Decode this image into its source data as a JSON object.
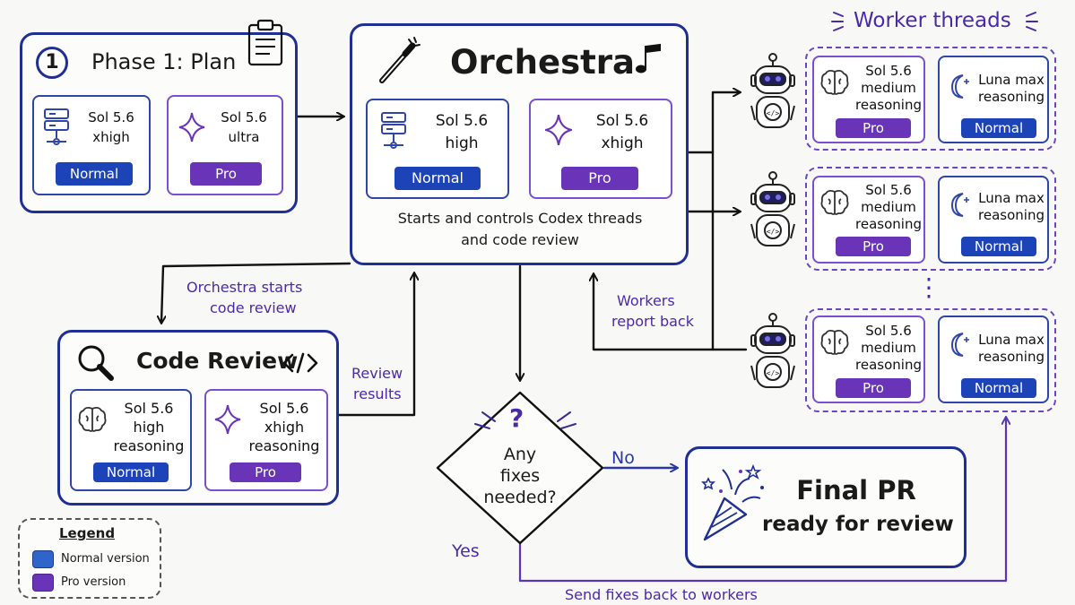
{
  "plan": {
    "step_number": "1",
    "title": "Phase 1: Plan",
    "card_normal": {
      "line1": "Sol 5.6",
      "line2": "xhigh",
      "badge": "Normal"
    },
    "card_pro": {
      "line1": "Sol 5.6",
      "line2": "ultra",
      "badge": "Pro"
    }
  },
  "orchestra": {
    "title": "Orchestra",
    "card_normal": {
      "line1": "Sol 5.6",
      "line2": "high",
      "badge": "Normal"
    },
    "card_pro": {
      "line1": "Sol 5.6",
      "line2": "xhigh",
      "badge": "Pro"
    },
    "desc_line1": "Starts and controls Codex threads",
    "desc_line2": "and code review"
  },
  "workers": {
    "title": "Worker threads",
    "threads": [
      {
        "pro": {
          "line1": "Sol 5.6",
          "line2": "medium",
          "line3": "reasoning",
          "badge": "Pro"
        },
        "normal": {
          "line1": "Luna max",
          "line2": "reasoning",
          "badge": "Normal"
        }
      },
      {
        "pro": {
          "line1": "Sol 5.6",
          "line2": "medium",
          "line3": "reasoning",
          "badge": "Pro"
        },
        "normal": {
          "line1": "Luna max",
          "line2": "reasoning",
          "badge": "Normal"
        }
      },
      {
        "pro": {
          "line1": "Sol 5.6",
          "line2": "medium",
          "line3": "reasoning",
          "badge": "Pro"
        },
        "normal": {
          "line1": "Luna max",
          "line2": "reasoning",
          "badge": "Normal"
        }
      }
    ],
    "ellipsis": "⋮"
  },
  "code_review": {
    "title": "Code Review",
    "card_normal": {
      "line1": "Sol 5.6",
      "line2": "high",
      "line3": "reasoning",
      "badge": "Normal"
    },
    "card_pro": {
      "line1": "Sol 5.6",
      "line2": "xhigh",
      "line3": "reasoning",
      "badge": "Pro"
    }
  },
  "decision": {
    "question_mark": "?",
    "line1": "Any",
    "line2": "fixes",
    "line3": "needed?"
  },
  "final": {
    "line1": "Final PR",
    "line2": "ready for review"
  },
  "labels": {
    "orchestra_starts_1": "Orchestra starts",
    "orchestra_starts_2": "code review",
    "review_results_1": "Review",
    "review_results_2": "results",
    "workers_report_1": "Workers",
    "workers_report_2": "report back",
    "no": "No",
    "yes": "Yes",
    "send_fixes": "Send fixes back to workers"
  },
  "legend": {
    "title": "Legend",
    "normal": "Normal version",
    "pro": "Pro version"
  },
  "colors": {
    "normal": "#1c44b8",
    "pro": "#6a34b8",
    "frame": "#1f2f94",
    "dashed": "#6a46c2",
    "label": "#4b2aa8"
  },
  "icons": [
    "clipboard-icon",
    "server-icon",
    "sparkle-icon",
    "magic-wand-icon",
    "music-note-icon",
    "robot-icon",
    "brain-icon",
    "moon-icon",
    "magnifier-icon",
    "code-tag-icon",
    "party-popper-icon"
  ]
}
